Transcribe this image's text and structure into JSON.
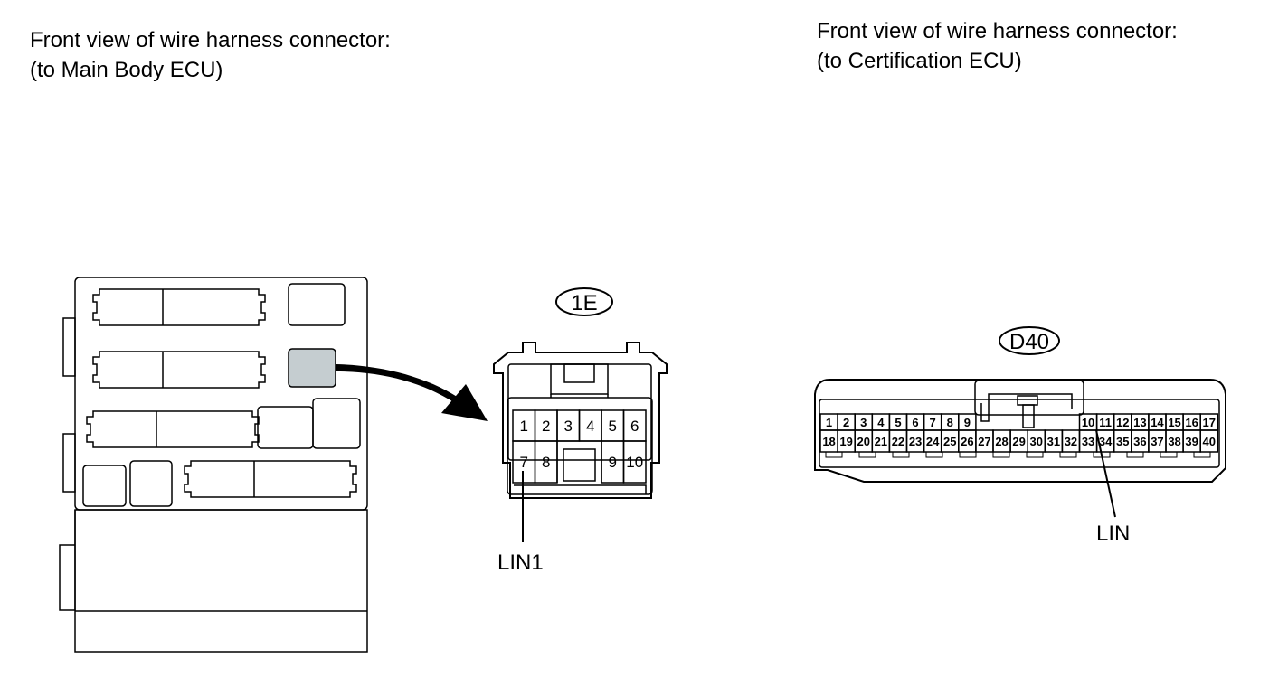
{
  "captions": {
    "left_line1": "Front view of wire harness connector:",
    "left_line2": "(to Main Body ECU)",
    "right_line1": "Front view of wire harness connector:",
    "right_line2": "(to Certification ECU)"
  },
  "connector_1e": {
    "id": "1E",
    "pins_row1": [
      "1",
      "2",
      "3",
      "4",
      "5",
      "6"
    ],
    "pins_row2_left": [
      "7",
      "8"
    ],
    "pins_row2_right": [
      "9",
      "10"
    ],
    "signal_label": "LIN1"
  },
  "connector_d40": {
    "id": "D40",
    "pins_row1_left": [
      "1",
      "2",
      "3",
      "4",
      "5",
      "6",
      "7",
      "8",
      "9"
    ],
    "pins_row1_right": [
      "10",
      "11",
      "12",
      "13",
      "14",
      "15",
      "16",
      "17"
    ],
    "pins_row2": [
      "18",
      "19",
      "20",
      "21",
      "22",
      "23",
      "24",
      "25",
      "26",
      "27",
      "28",
      "29",
      "30",
      "31",
      "32",
      "33",
      "34",
      "35",
      "36",
      "37",
      "38",
      "39",
      "40"
    ],
    "signal_label": "LIN"
  },
  "colors": {
    "highlight": "#c5cdd0",
    "line": "#000000",
    "background": "#ffffff"
  }
}
